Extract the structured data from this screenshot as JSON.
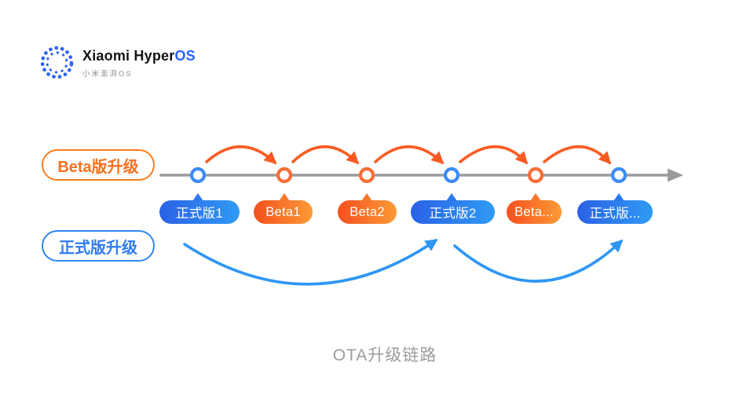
{
  "logo": {
    "title_main": "Xiaomi Hyper",
    "title_accent": "OS",
    "subtitle": "小米澎湃OS",
    "accent_color": "#2B63F6",
    "icon": "xiaomi-hyperos-dotted-ring"
  },
  "legend": {
    "beta": {
      "label": "Beta版升级",
      "color": "#F9701D"
    },
    "stable": {
      "label": "正式版升级",
      "color": "#2E7BF0"
    }
  },
  "timeline": {
    "axis_color": "#9B9B9B",
    "beta_arrow_color": "#FB5B22",
    "stable_arrow_color": "#2E96F5",
    "node_colors": {
      "stable": "#3D8BF5",
      "beta": "#F96D37"
    },
    "pill_gradients": {
      "stable": [
        "#2A62E6",
        "#2F9AF4"
      ],
      "beta": [
        "#F4501E",
        "#FC9A35"
      ]
    },
    "nodes": [
      {
        "label": "正式版1",
        "type": "stable"
      },
      {
        "label": "Beta1",
        "type": "beta"
      },
      {
        "label": "Beta2",
        "type": "beta"
      },
      {
        "label": "正式版2",
        "type": "stable"
      },
      {
        "label": "Beta...",
        "type": "beta"
      },
      {
        "label": "正式版...",
        "type": "stable"
      }
    ],
    "beta_upgrade_hops": "each node to the next node",
    "stable_upgrade_hops": [
      "正式版1 → 正式版2",
      "正式版2 → 正式版..."
    ]
  },
  "caption": "OTA升级链路"
}
